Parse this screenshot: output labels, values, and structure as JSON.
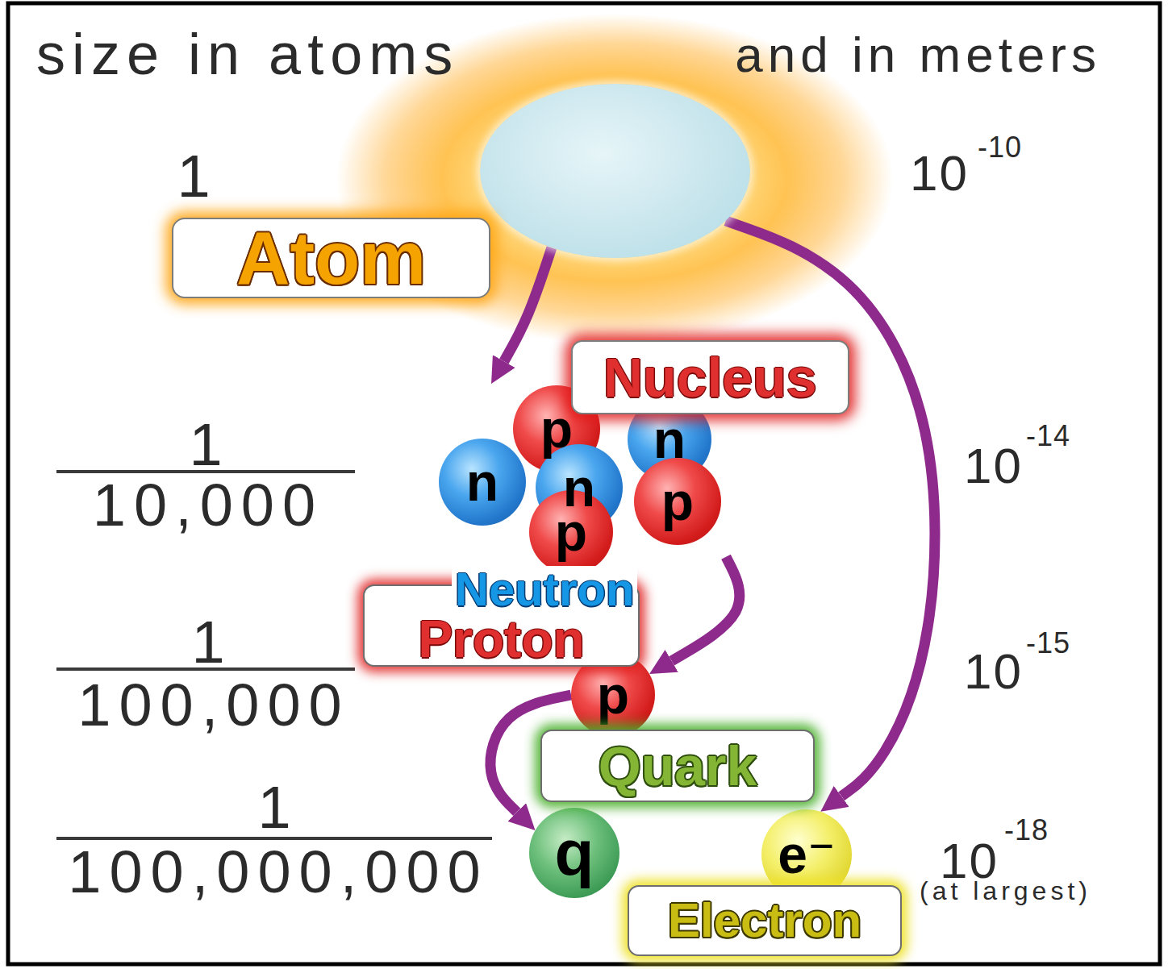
{
  "diagram": {
    "nodes": [
      {
        "text": [
          "Atom"
        ]
      },
      {
        "text": [
          "Nucleus"
        ]
      },
      {
        "text": [
          "p"
        ],
        "in": 1
      },
      {
        "text": [
          "n"
        ],
        "in": 1
      },
      {
        "text": [
          "n"
        ],
        "in": 1
      },
      {
        "text": [
          "n"
        ],
        "in": 1
      },
      {
        "text": [
          "p"
        ],
        "in": 1
      },
      {
        "text": [
          "p"
        ],
        "in": 1
      },
      {
        "text": [
          "Neutron",
          "Proton"
        ]
      },
      {
        "text": [
          "p"
        ]
      },
      {
        "text": [
          "Quark"
        ]
      },
      {
        "text": [
          "q"
        ]
      },
      {
        "text": [
          "e⁻"
        ]
      },
      {
        "text": [
          "Electron"
        ]
      }
    ],
    "edges": [
      {
        "from": 0,
        "to": 1,
        "arrow": "to"
      },
      {
        "from": 1,
        "to": 9,
        "arrow": "to"
      },
      {
        "from": 9,
        "to": 11,
        "arrow": "to"
      },
      {
        "from": 0,
        "to": 12,
        "arrow": "to"
      }
    ],
    "labels": [
      "size in atoms",
      "and in meters",
      "1",
      "10",
      "-10",
      "1",
      "10,000",
      "10",
      "-14",
      "1",
      "100,000",
      "10",
      "-15",
      "1",
      "100,000,000",
      "10",
      "-18",
      "(at largest)"
    ]
  }
}
